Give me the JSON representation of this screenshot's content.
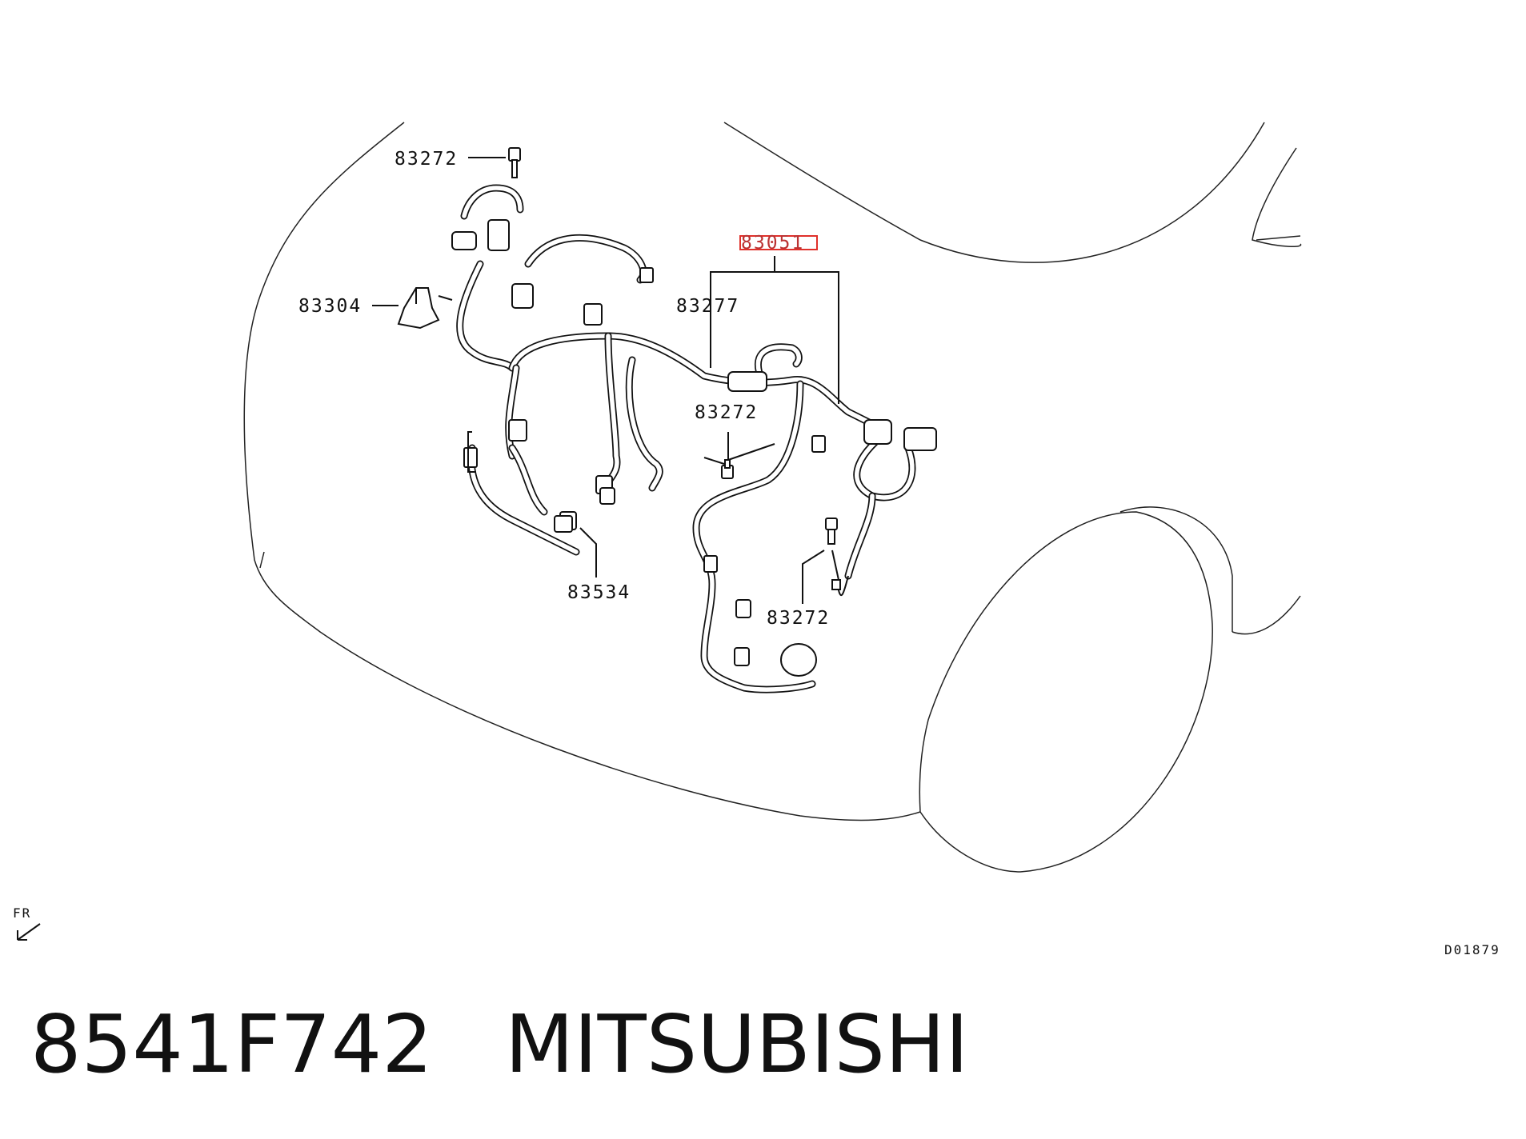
{
  "callouts": [
    {
      "id": "bolt-top",
      "label": "83272"
    },
    {
      "id": "bracket",
      "label": "83304"
    },
    {
      "id": "harness-assy",
      "label": "83051",
      "highlighted": true
    },
    {
      "id": "harness-main",
      "label": "83277"
    },
    {
      "id": "bolt-mid",
      "label": "83272"
    },
    {
      "id": "harness-sub",
      "label": "83534"
    },
    {
      "id": "bolt-lower",
      "label": "83272"
    }
  ],
  "direction_marker": {
    "label": "FR"
  },
  "diagram_code": "D01879",
  "caption": {
    "part_number": "8541F742",
    "brand": "MITSUBISHI"
  },
  "colors": {
    "line": "#111111",
    "highlight_box": "#e0302a",
    "background": "#ffffff"
  }
}
